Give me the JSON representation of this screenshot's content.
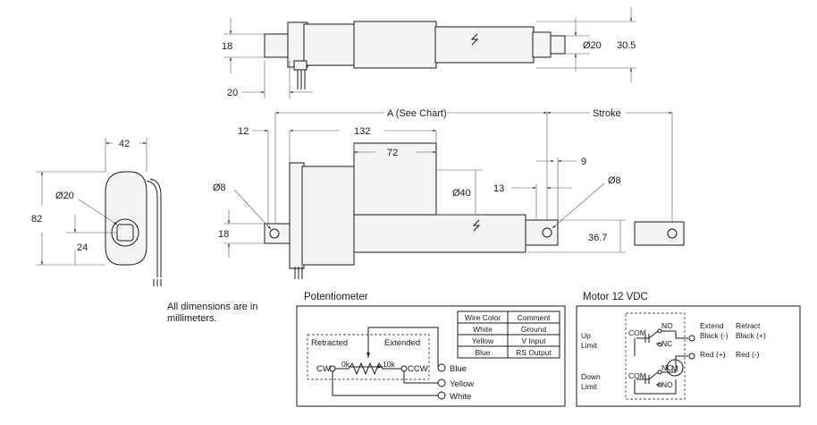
{
  "top_view": {
    "dim_height": "18",
    "dim_rod_dia": "Ø20",
    "dim_width": "30.5",
    "dim_rear": "20"
  },
  "side_view": {
    "dim_a": "A (See Chart)",
    "dim_stroke": "Stroke",
    "dim_12": "12",
    "dim_132": "132",
    "dim_72": "72",
    "dim_9": "9",
    "dim_13": "13",
    "dim_hole_left": "Ø8",
    "dim_hole_right": "Ø8",
    "dim_40": "Ø40",
    "dim_18": "18",
    "dim_36_7": "36.7"
  },
  "end_view": {
    "dim_width": "42",
    "dim_height": "82",
    "dim_dia": "Ø20",
    "dim_24": "24"
  },
  "note": "All dimensions are in millimeters.",
  "potentiometer": {
    "title": "Potentiometer",
    "retracted": "Retracted",
    "extended": "Extended",
    "cw": "CW",
    "ccw": "CCW",
    "zero": "0k",
    "ten": "10k",
    "wires": [
      "Blue",
      "Yellow",
      "White"
    ],
    "table": {
      "headers": [
        "Wire Color",
        "Comment"
      ],
      "rows": [
        [
          "White",
          "Ground"
        ],
        [
          "Yellow",
          "V Input"
        ],
        [
          "Blue",
          "RS Output"
        ]
      ]
    }
  },
  "motor": {
    "title": "Motor 12 VDC",
    "up_limit": [
      "Up",
      "Limit"
    ],
    "down_limit": [
      "Down",
      "Limit"
    ],
    "com": "COM",
    "no": "NO",
    "nc": "NC",
    "motor_symbol": "M",
    "extend": [
      "Extend",
      "Black (-)",
      "Red (+)"
    ],
    "retract": [
      "Retract",
      "Black (+)",
      "Red (-)"
    ]
  }
}
